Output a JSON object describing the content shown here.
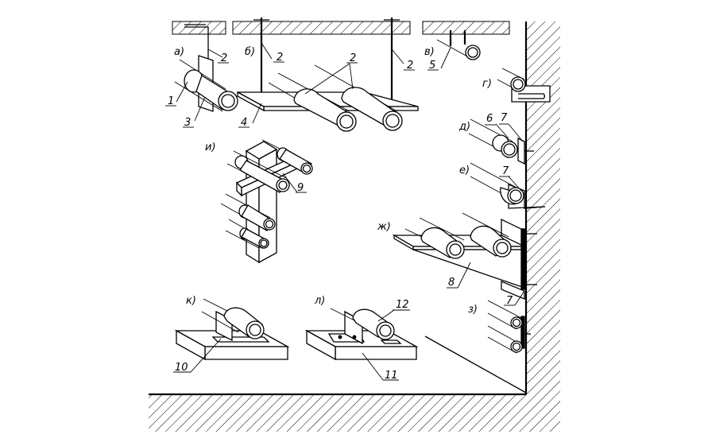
{
  "labels": {
    "a": "а)",
    "b": "б)",
    "v": "в)",
    "g": "г)",
    "d": "д)",
    "e": "е)",
    "zh": "ж)",
    "z": "з)",
    "i": "и)",
    "k": "к)",
    "l": "л)"
  },
  "numbers": {
    "n1": "1",
    "n2": "2",
    "n3": "3",
    "n4": "4",
    "n5": "5",
    "n6": "6",
    "n7": "7",
    "n8": "8",
    "n9": "9",
    "n10": "10",
    "n11": "11",
    "n12": "12"
  }
}
